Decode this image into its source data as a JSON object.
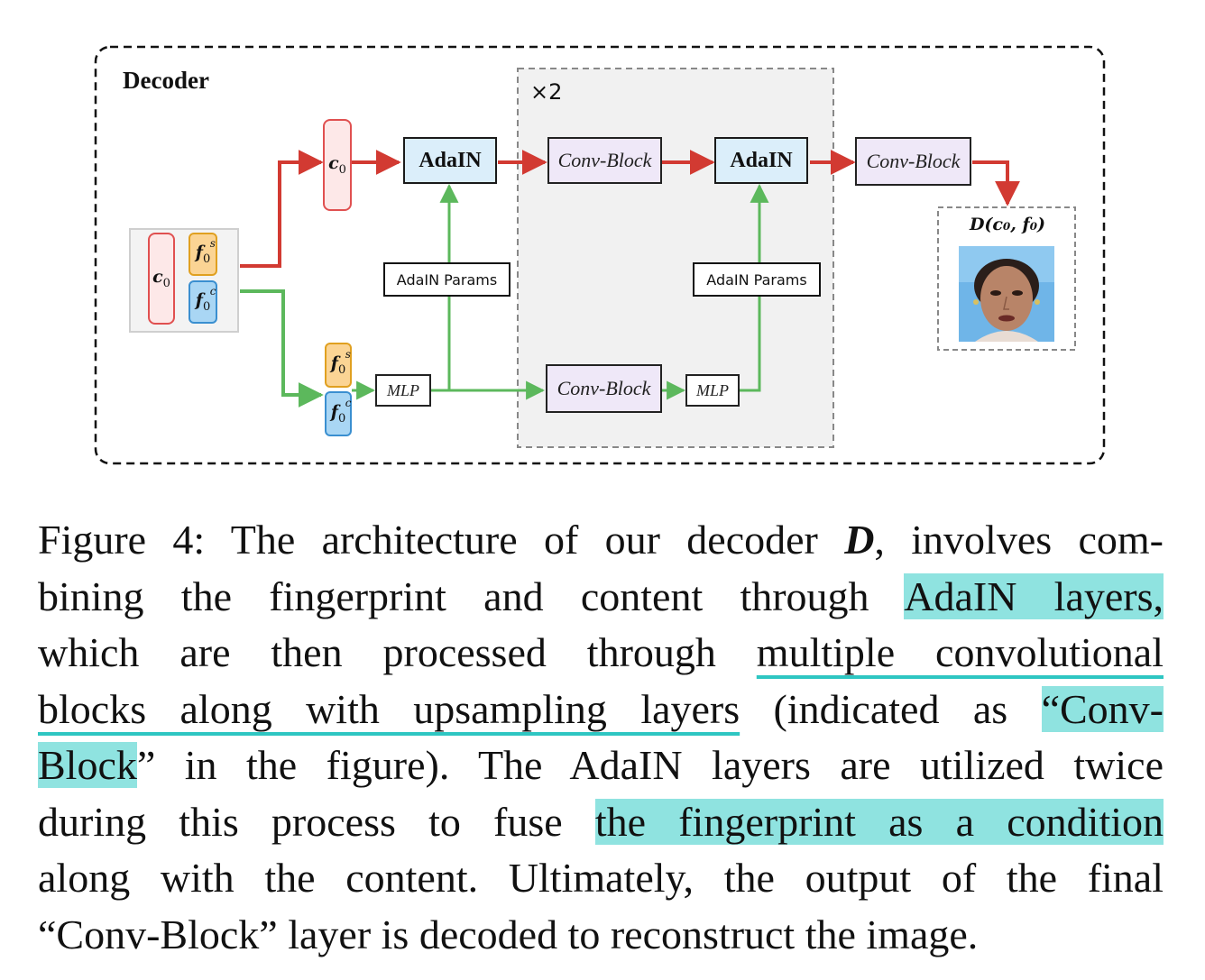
{
  "figure": {
    "decoder_label": "Decoder",
    "repeat_label": "×2",
    "adain_label": "AdaIN",
    "conv_block_label": "Conv-Block",
    "mlp_label": "MLP",
    "adain_params_label": "AdaIN Params",
    "output_label": "D(c₀, f₀)",
    "colors": {
      "red_arrow": "#d23a32",
      "green_arrow": "#5cb85c",
      "adain_fill": "#dbeefa",
      "conv_fill": "#efe8f8",
      "highlight": "#8fe3e0",
      "underline": "#2ec6c2"
    }
  },
  "caption": {
    "line1_a": "Figure 4: The architecture of our decoder ",
    "line1_sym": "D",
    "line1_b": ", involves com-",
    "line2_a": "bining the fingerprint and content through ",
    "line2_hl": "AdaIN layers,",
    "line3_a": "which are then processed through ",
    "line3_ul": "multiple convolutional",
    "line4_ul": "blocks along with upsampling layers",
    "line4_b": " (indicated as ",
    "line4_hl": "“Conv-",
    "line5_hl": "Block",
    "line5_b": "” in the figure). The AdaIN layers are utilized twice",
    "line6_a": "during this process to fuse ",
    "line6_hl": "the fingerprint as a condition",
    "line7": "along with the content. Ultimately, the output of the final",
    "line8": "“Conv-Block” layer is decoded to reconstruct the image."
  }
}
